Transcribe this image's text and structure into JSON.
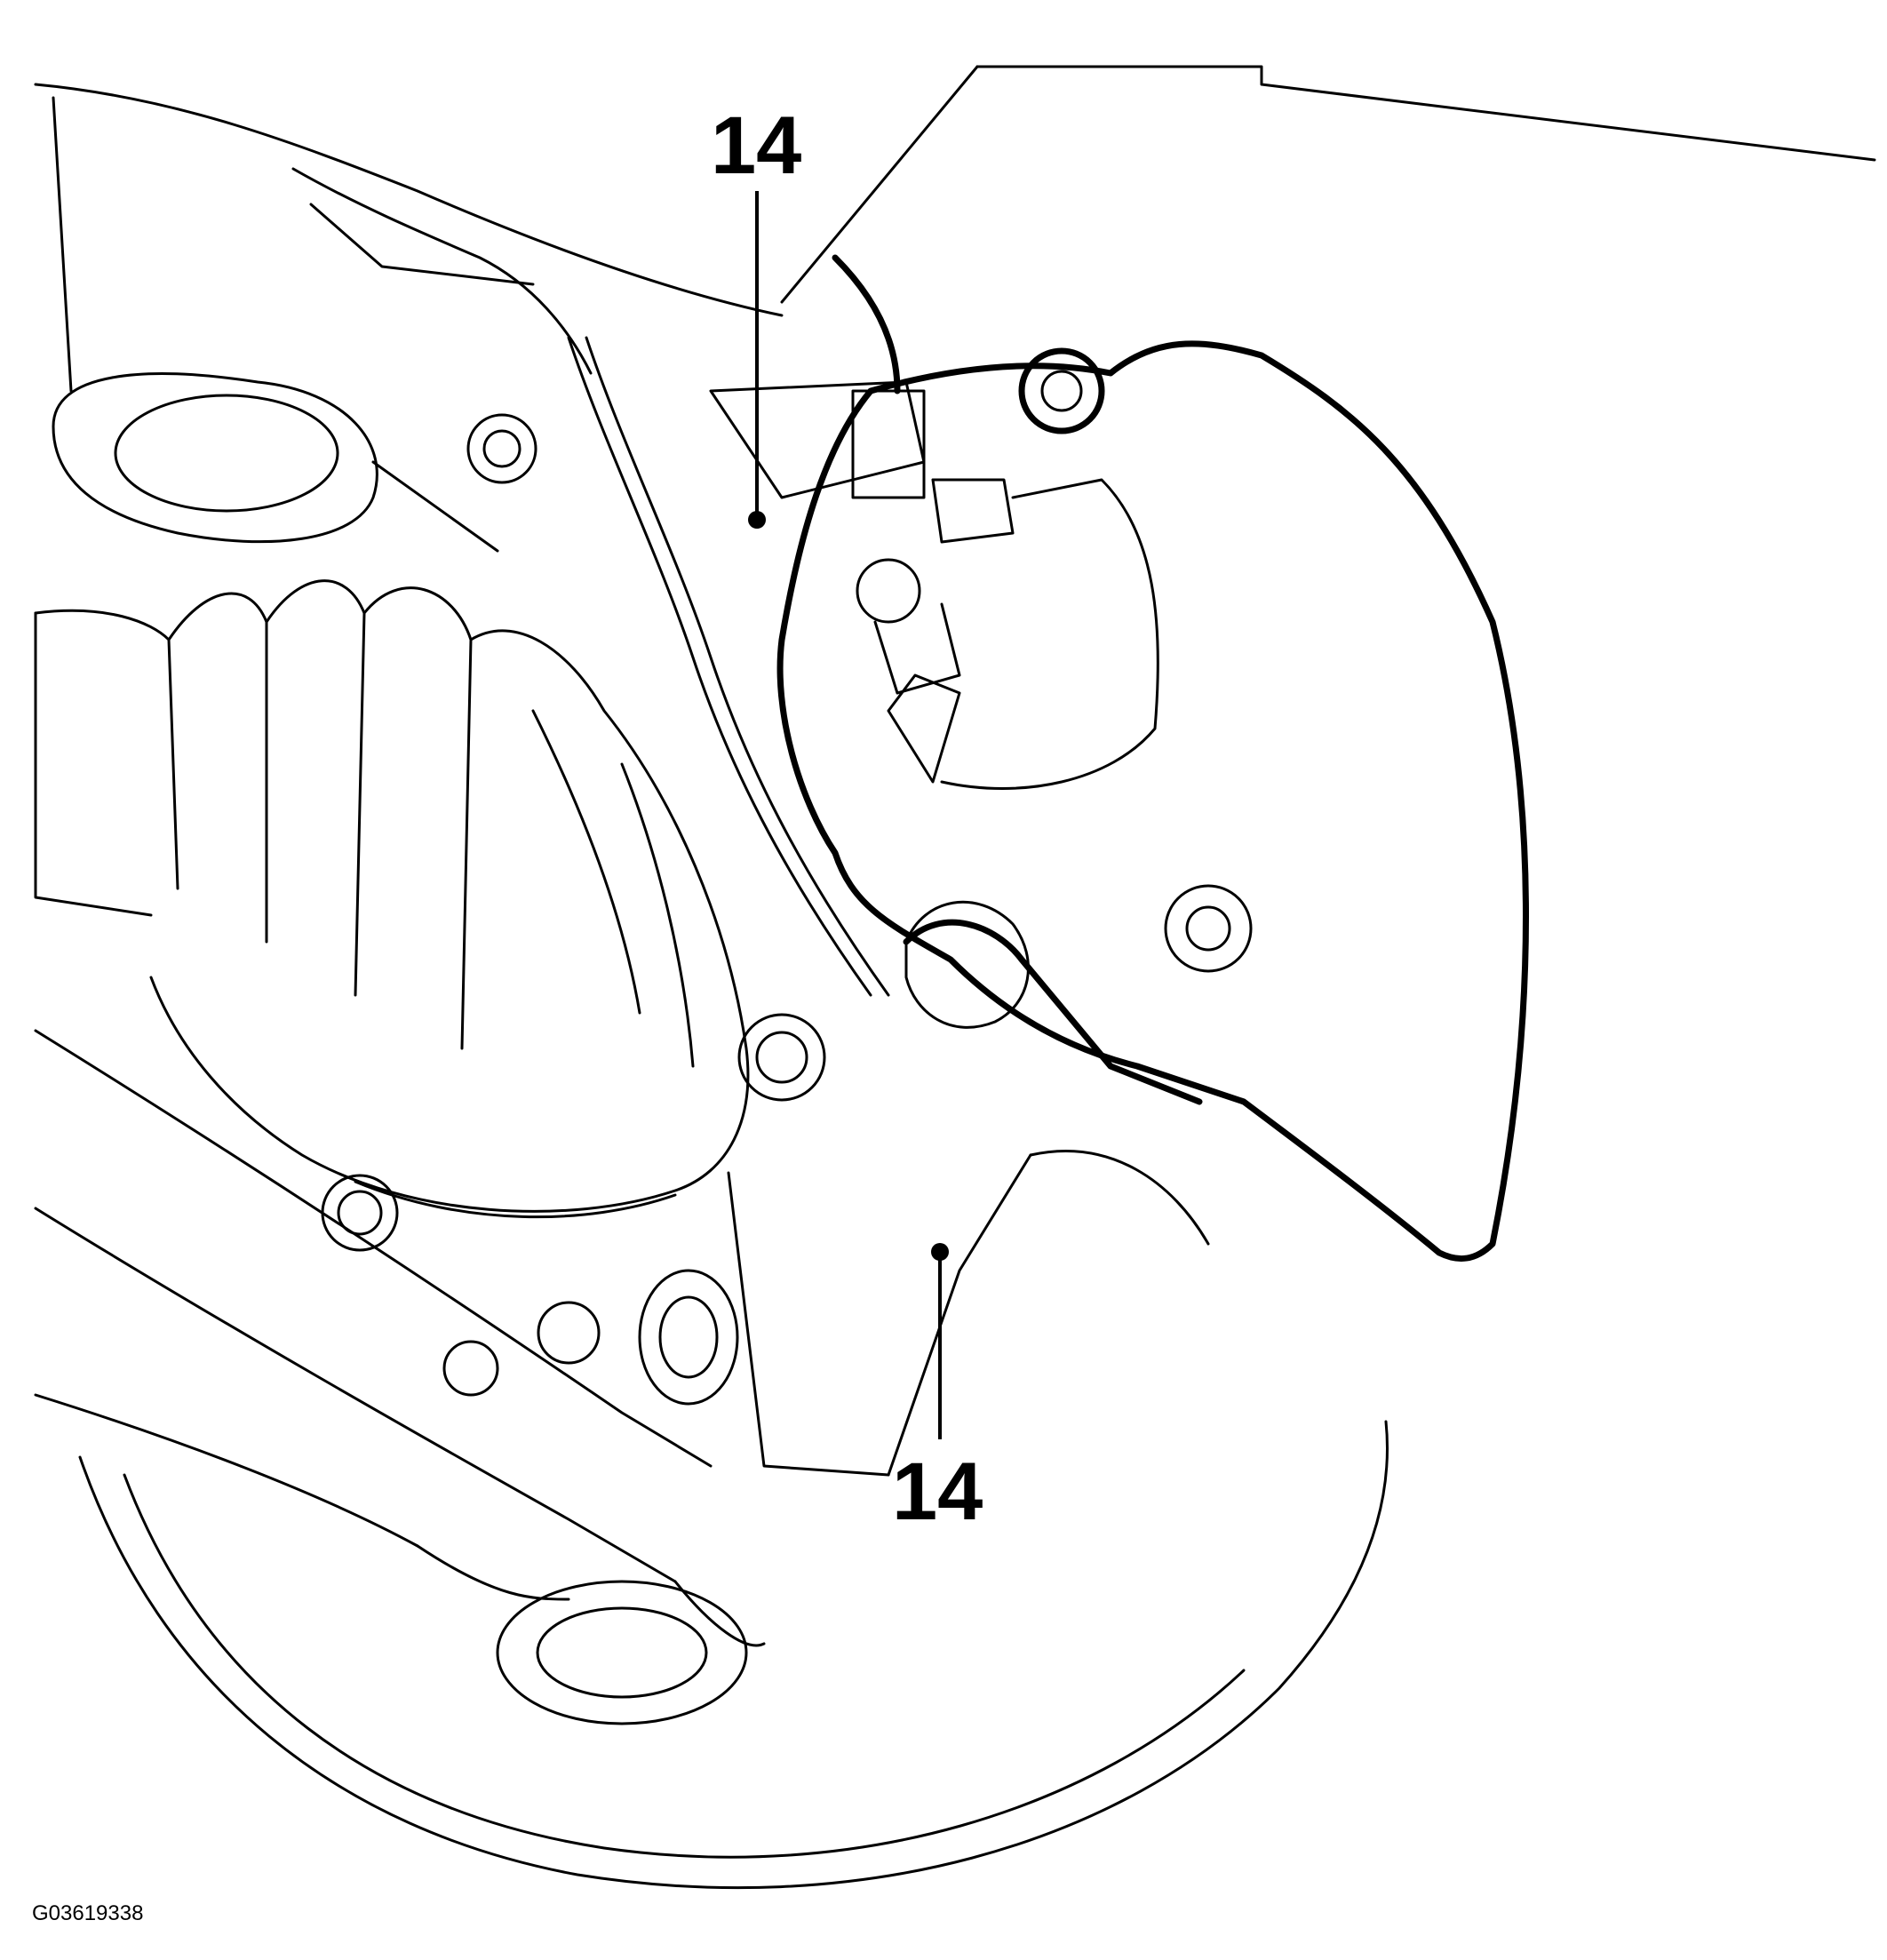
{
  "callouts": [
    {
      "number": "14"
    },
    {
      "number": "14"
    }
  ],
  "figure_id": "G03619338"
}
